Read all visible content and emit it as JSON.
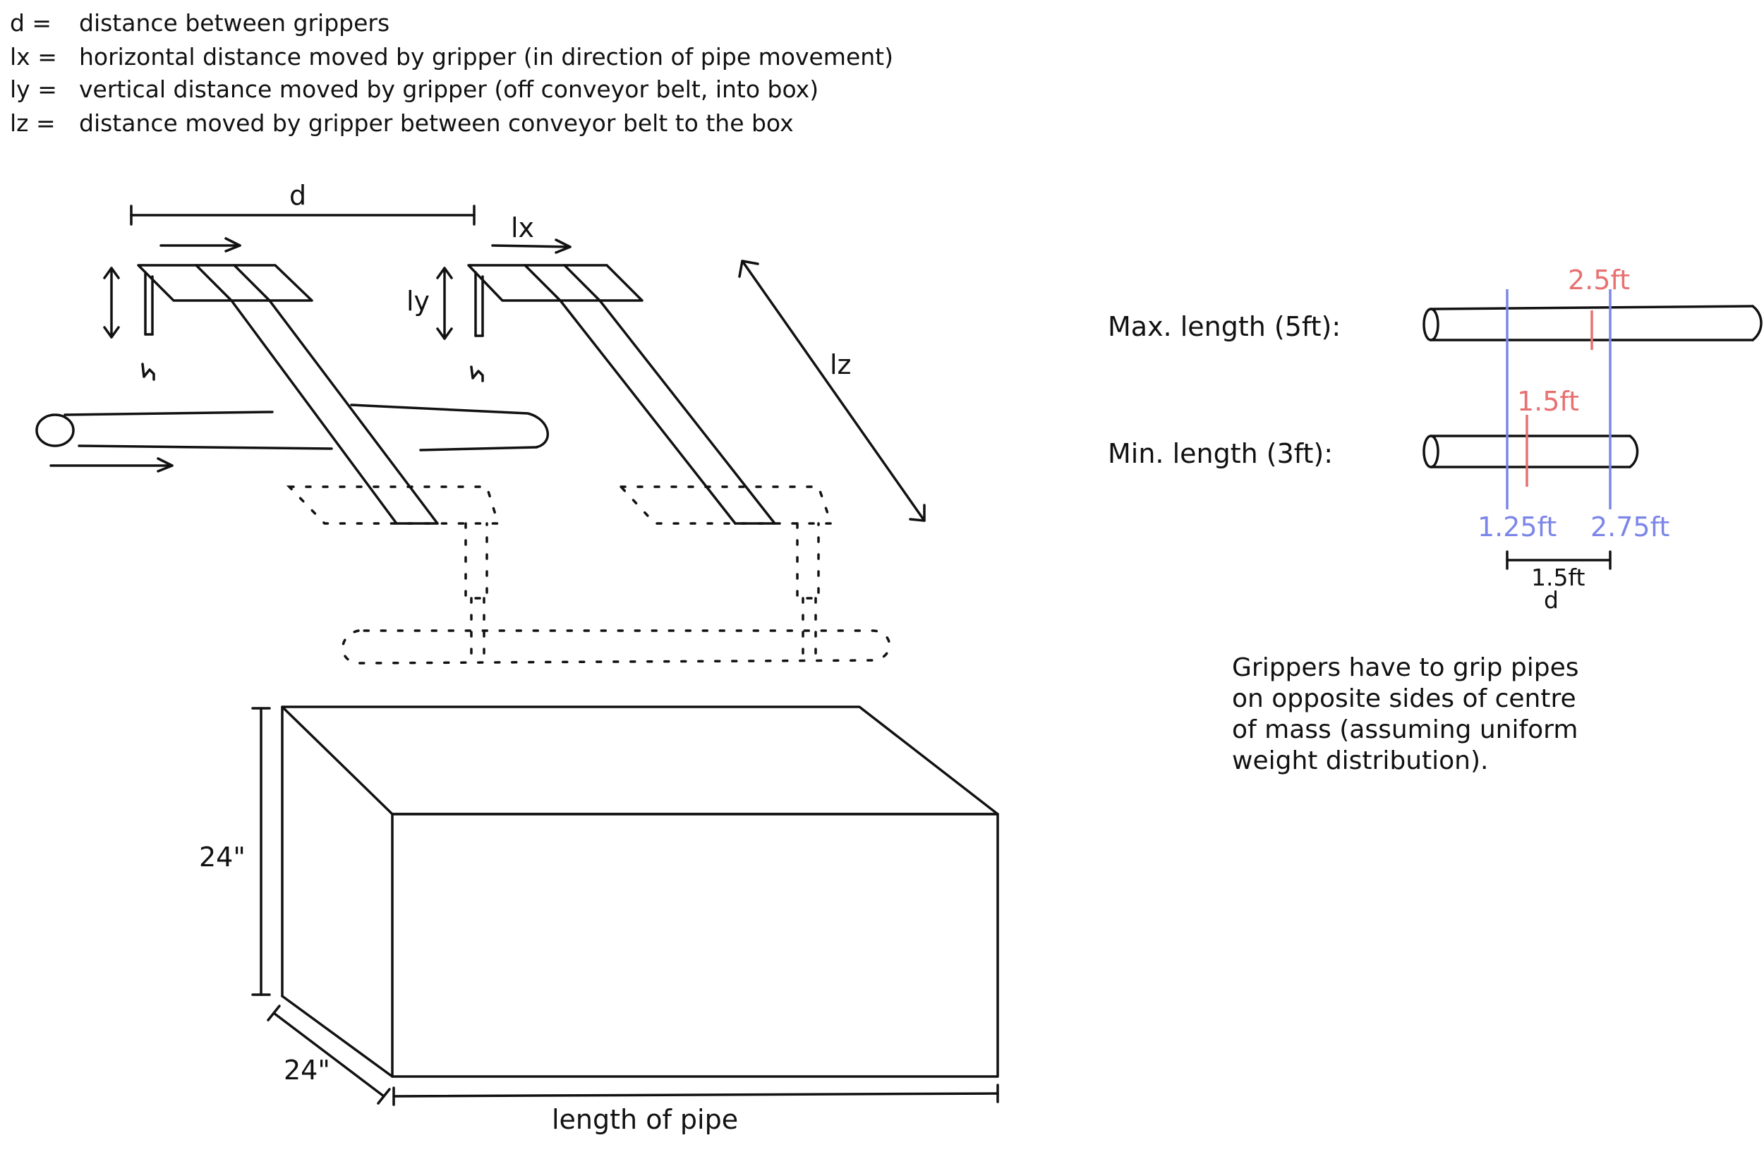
{
  "definitions": [
    {
      "symbol": "d =",
      "text": "distance between grippers"
    },
    {
      "symbol": "lx =",
      "text": "horizontal distance moved by gripper (in direction of pipe movement)"
    },
    {
      "symbol": "ly =",
      "text": "vertical distance moved by gripper (off conveyor belt, into box)"
    },
    {
      "symbol": "lz =",
      "text": "distance moved by gripper between conveyor belt to the box"
    }
  ],
  "diagram": {
    "d_label": "d",
    "lx_label": "lx",
    "ly_label": "ly",
    "lz_label": "lz",
    "box_height": "24\"",
    "box_depth": "24\"",
    "box_length": "length of pipe"
  },
  "pipes": {
    "max_label": "Max. length (5ft):",
    "max_center": "2.5ft",
    "min_label": "Min. length (3ft):",
    "min_center": "1.5ft",
    "grip_left": "1.25ft",
    "grip_right": "2.75ft",
    "spacing": "1.5ft",
    "spacing_symbol": "d"
  },
  "note": [
    "Grippers have to grip pipes",
    "on opposite sides of centre",
    "of mass (assuming uniform",
    "weight distribution)."
  ],
  "colors": {
    "ink": "#111111",
    "center_mark": "#e87070",
    "grip_mark": "#7b86e8"
  }
}
